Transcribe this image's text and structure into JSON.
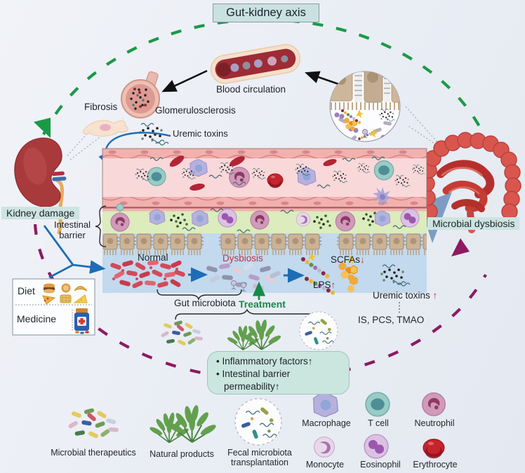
{
  "title": "Gut-kidney axis",
  "colors": {
    "green_arc": "#1a9a47",
    "purple_arc": "#8d1a62",
    "blue_arrow": "#1d6db6",
    "red_accent": "#c0392b",
    "label_bg": "#cde4e1",
    "dysbiosis_red": "#c13046",
    "treatment_green": "#178a46"
  },
  "upper": {
    "fibrosis": "Fibrosis",
    "glomerulosclerosis": "Glomerulosclerosis",
    "blood_circulation": "Blood circulation",
    "uremic_toxins": "Uremic toxins"
  },
  "left": {
    "kidney_damage": "Kidney damage",
    "intestinal_barrier_line1": "Intestinal",
    "intestinal_barrier_line2": "barrier",
    "diet": "Diet",
    "medicine": "Medicine"
  },
  "right": {
    "microbial_dysbiosis": "Microbial dysbiosis"
  },
  "gut_panel": {
    "normal": "Normal",
    "dysbiosis": "Dysbiosis",
    "gut_microbiota": "Gut microbiota",
    "treatment": "Treatment",
    "scfas": "SCFAs",
    "scfas_arrow": "↓",
    "lps": "LPS",
    "lps_arrow": "↑",
    "uremic_toxins": "Uremic toxins",
    "uremic_arrow": "↑",
    "metabolites": "IS, PCS, TMAO"
  },
  "effects_box": {
    "bullet": "•",
    "line1": "Inflammatory factors↑",
    "line2": "Intestinal barrier",
    "line3": "permeability↑"
  },
  "legend": {
    "therapies": [
      "Microbial therapeutics",
      "Natural products"
    ],
    "fmt": [
      "Fecal microbiota",
      "transplantation"
    ],
    "cells_row1": [
      "Macrophage",
      "T cell",
      "Neutrophil"
    ],
    "cells_row2": [
      "Monocyte",
      "Eosinophil",
      "Erythrocyte"
    ]
  }
}
